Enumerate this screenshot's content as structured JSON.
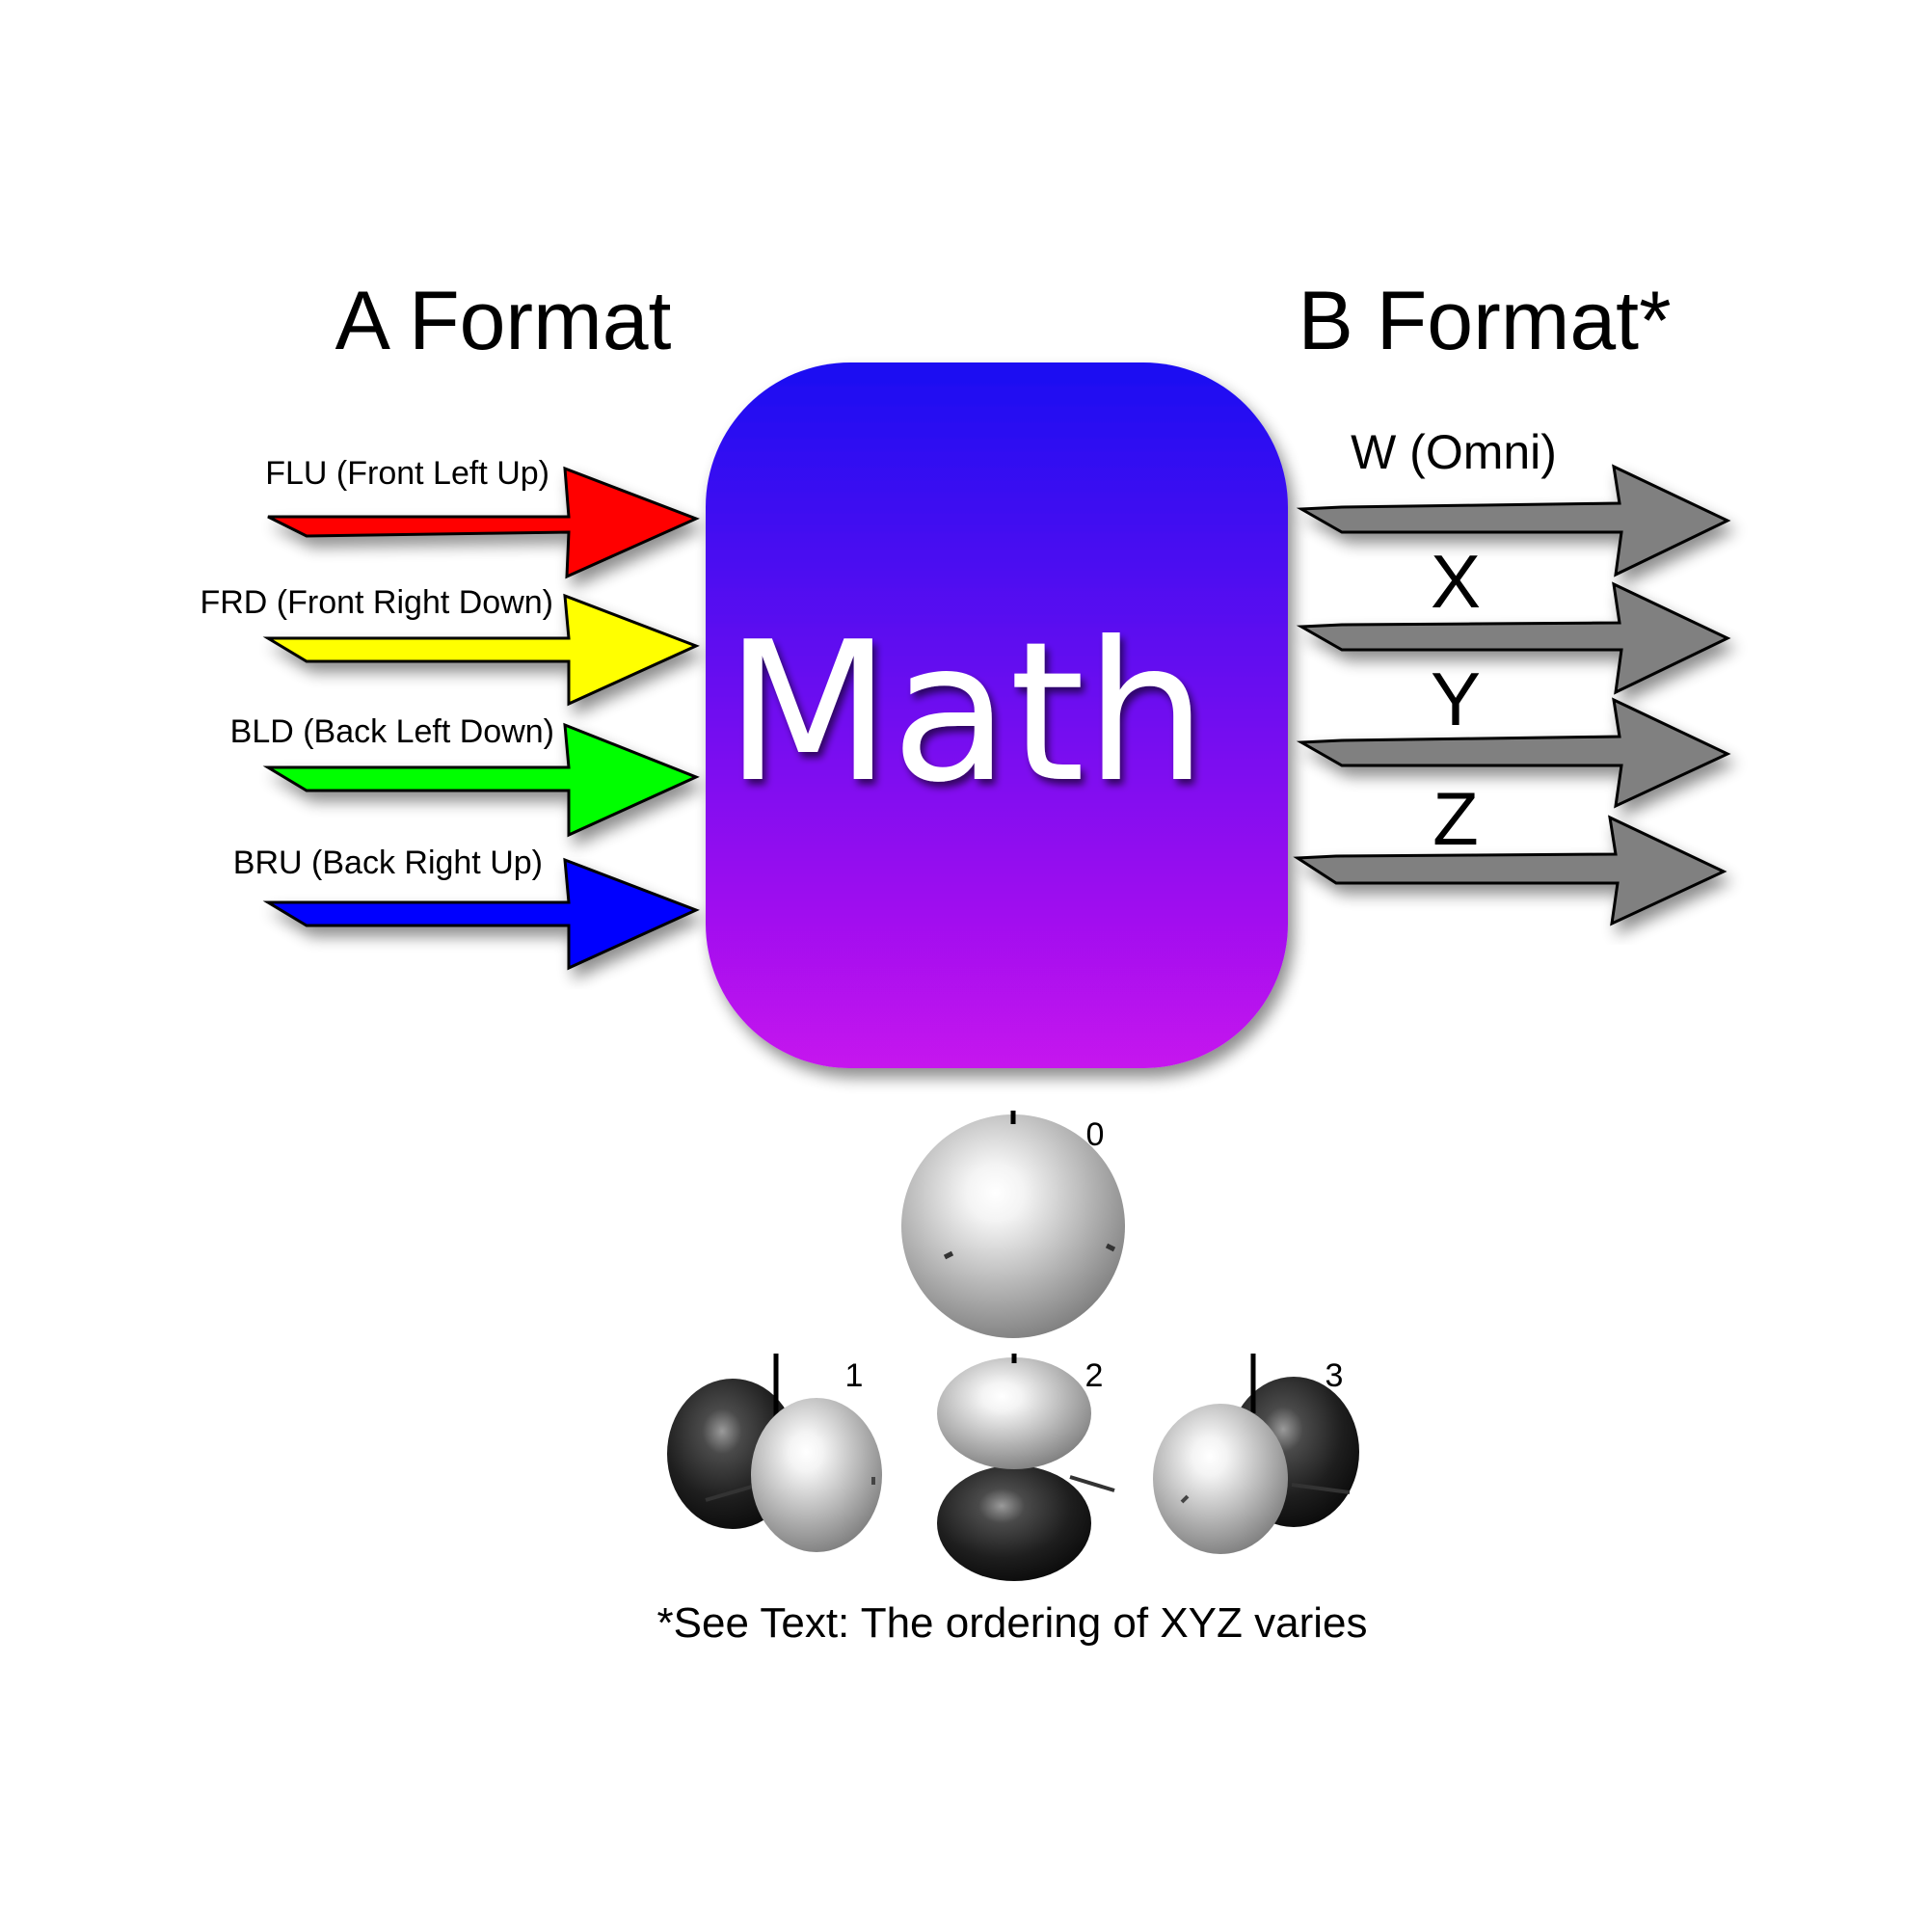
{
  "headings": {
    "a_format": "A Format",
    "b_format": "B Format*"
  },
  "math_label": "Math",
  "inputs": [
    {
      "label": "FLU (Front Left Up)",
      "color": "#ff0000"
    },
    {
      "label": "FRD (Front Right Down)",
      "color": "#ffff00"
    },
    {
      "label": "BLD (Back Left Down)",
      "color": "#00ff00"
    },
    {
      "label": "BRU (Back Right Up)",
      "color": "#0000ff"
    }
  ],
  "outputs": [
    {
      "label": "W (Omni)",
      "color": "#808080"
    },
    {
      "label": "X",
      "color": "#808080"
    },
    {
      "label": "Y",
      "color": "#808080"
    },
    {
      "label": "Z",
      "color": "#808080"
    }
  ],
  "box_gradient": {
    "top": "#1a0df2",
    "bottom": "#c612ee"
  },
  "spherical_harmonics": [
    {
      "index": "0"
    },
    {
      "index": "1"
    },
    {
      "index": "2"
    },
    {
      "index": "3"
    }
  ],
  "footnote": "*See Text: The ordering of XYZ varies"
}
